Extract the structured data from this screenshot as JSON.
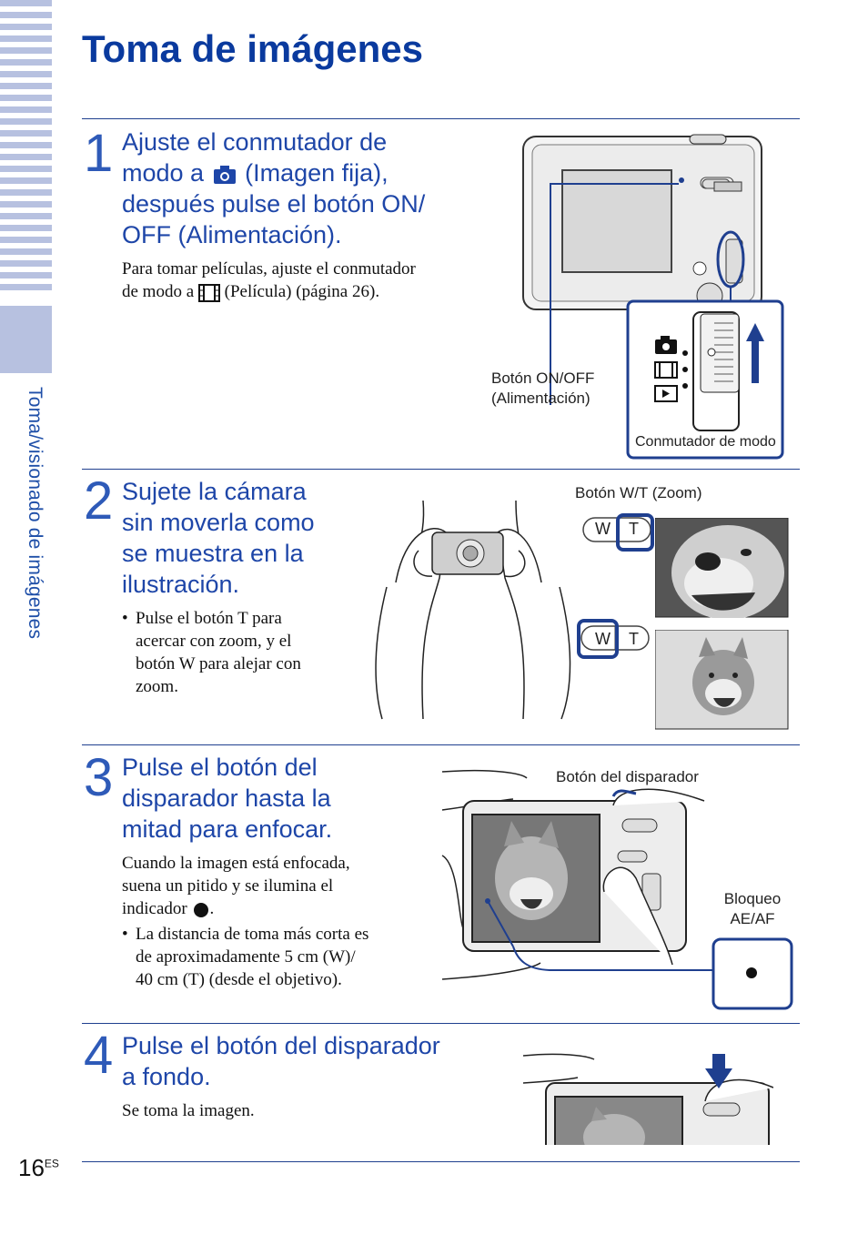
{
  "title": "Toma de imágenes",
  "side_tab": "Toma/visionado de imágenes",
  "steps": [
    {
      "number": "1",
      "heading_line1": "Ajuste el conmutador de",
      "heading_line2a": "modo a",
      "heading_line2b": "(Imagen fija),",
      "heading_line3": "después pulse el botón ON/",
      "heading_line4": "OFF (Alimentación).",
      "body_line1": "Para tomar películas, ajuste el conmutador",
      "body_line2a": "de modo a",
      "body_line2b": "(Película) (página 26).",
      "label_power_1": "Botón ON/OFF",
      "label_power_2": "(Alimentación)",
      "label_mode": "Conmutador de modo"
    },
    {
      "number": "2",
      "heading_lines": [
        "Sujete la cámara",
        "sin moverla como",
        "se muestra en la",
        "ilustración."
      ],
      "bullet_lines": [
        "Pulse el botón T para",
        "acercar con zoom, y el",
        "botón W para alejar con",
        "zoom."
      ],
      "label_zoom": "Botón W/T (Zoom)",
      "zoom_w": "W",
      "zoom_t": "T"
    },
    {
      "number": "3",
      "heading_lines": [
        "Pulse el botón del",
        "disparador hasta la",
        "mitad para enfocar."
      ],
      "body_lines": [
        "Cuando la imagen está enfocada,",
        "suena un pitido y se ilumina el",
        "indicador"
      ],
      "body_end": ".",
      "bullet_lines": [
        "La distancia de toma más corta es",
        "de aproximadamente 5 cm (W)/",
        "40 cm (T) (desde el objetivo)."
      ],
      "label_shutter": "Botón del disparador",
      "label_lock_1": "Bloqueo",
      "label_lock_2": "AE/AF"
    },
    {
      "number": "4",
      "heading_lines": [
        "Pulse el botón del disparador",
        "a fondo."
      ],
      "body": "Se toma la imagen."
    }
  ],
  "page_number": "16",
  "page_suffix": "ES",
  "bullet_char": "•"
}
